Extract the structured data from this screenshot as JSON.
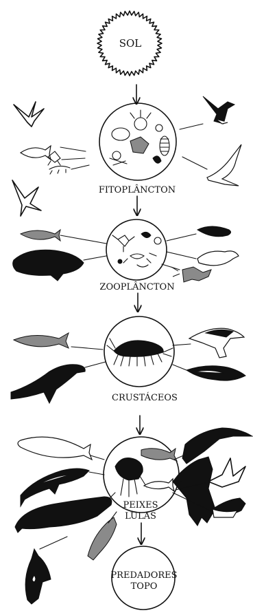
{
  "nodes": {
    "sun": "SOL",
    "phytoplankton": "FITOPLÂNCTON",
    "zooplankton": "ZOOPLÂNCTON",
    "crustaceans": "CRUSTÁCEOS",
    "fish_squid_line1": "PEIXES",
    "fish_squid_line2": "LULAS",
    "top_predators_line1": "PREDADORES",
    "top_predators_line2": "TOPO"
  }
}
